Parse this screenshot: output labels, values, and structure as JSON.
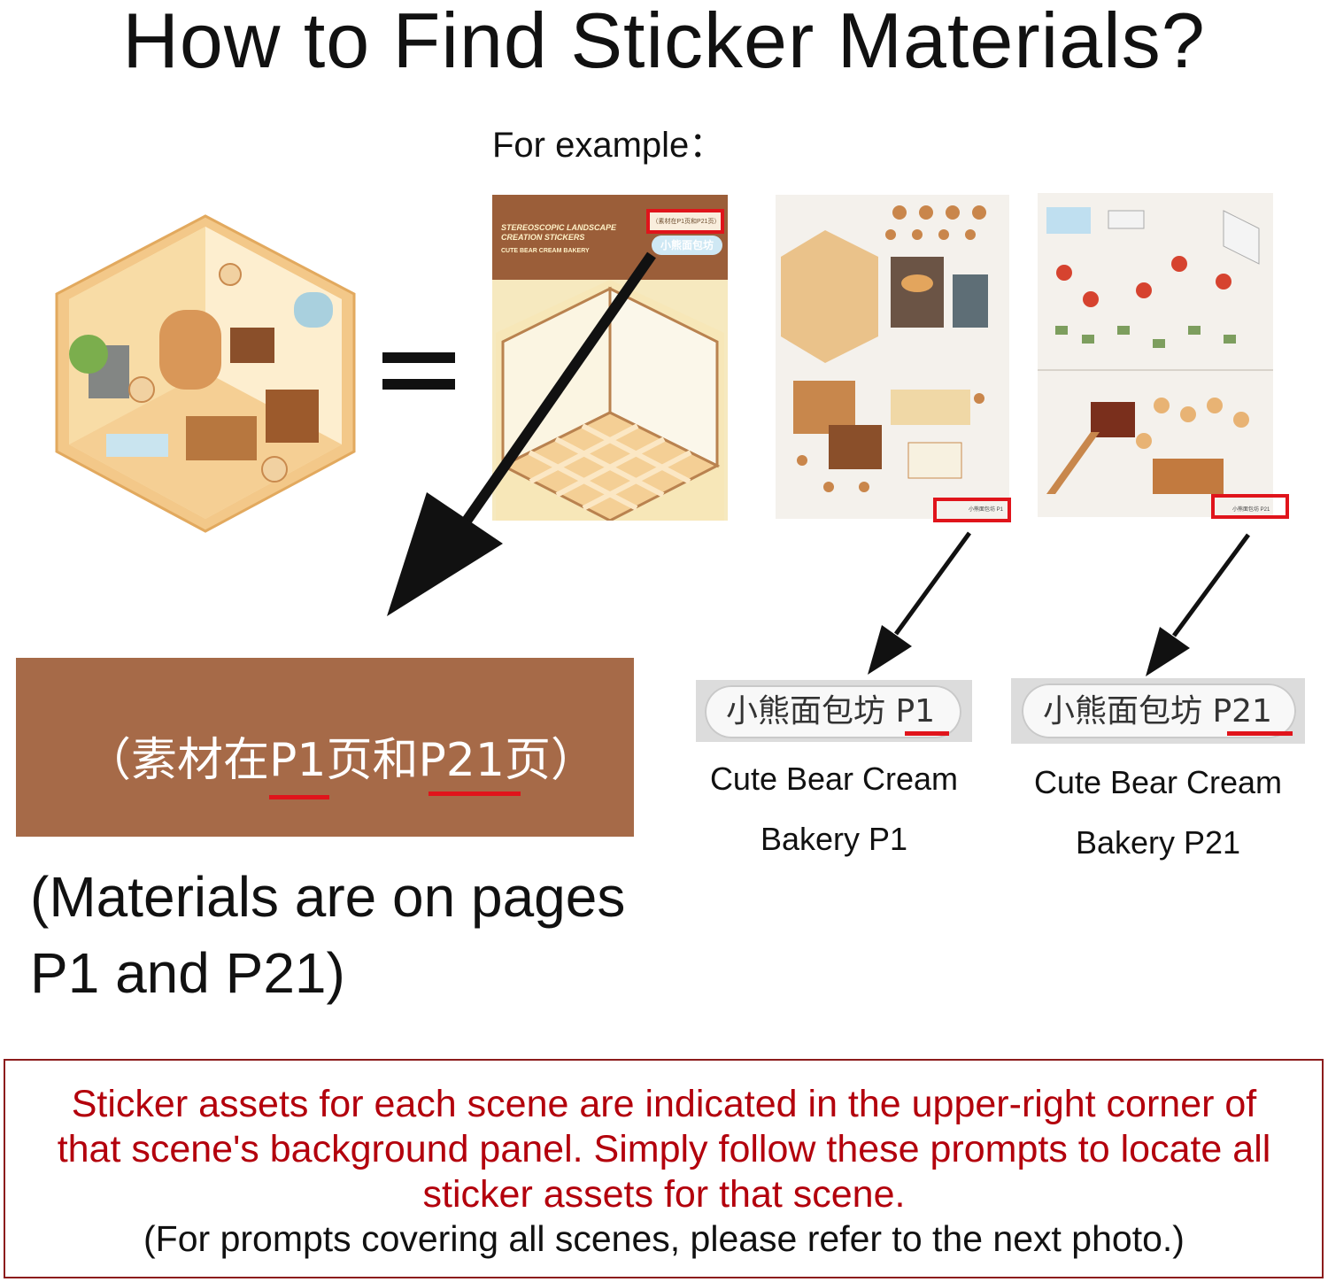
{
  "title": "How to Find Sticker Materials?",
  "example_label": "For example：",
  "bg_panel": {
    "line1": "STEREOSCOPIC LANDSCAPE",
    "line2": "CREATION STICKERS",
    "line3": "CUTE BEAR CREAM BAKERY",
    "tag": "（素材在P1页和P21页）",
    "logo": "小熊面包坊"
  },
  "cn_label": "（素材在P1页和P21页）",
  "materials_note": "(Materials are on pages P1 and P21)",
  "tags": [
    {
      "cn": "小熊面包坊 P1",
      "caption_line1": "Cute Bear Cream",
      "caption_line2": "Bakery P1",
      "sheet_code": "小熊面包坊 P1"
    },
    {
      "cn": "小熊面包坊 P21",
      "caption_line1": "Cute Bear Cream",
      "caption_line2": "Bakery P21",
      "sheet_code": "小熊面包坊 P21"
    }
  ],
  "note": {
    "red": "Sticker assets for each scene are indicated in the upper-right corner of that scene's background panel. Simply follow these prompts to locate all sticker assets for that scene.",
    "black": "(For prompts covering all scenes, please refer to the next photo.)"
  },
  "colors": {
    "brown_box": "#a66a48",
    "highlight_red": "#e0141b",
    "note_red": "#b3000c",
    "panel_header": "#9b5e39"
  },
  "icons": [
    "equals-icon",
    "arrow-icon"
  ]
}
